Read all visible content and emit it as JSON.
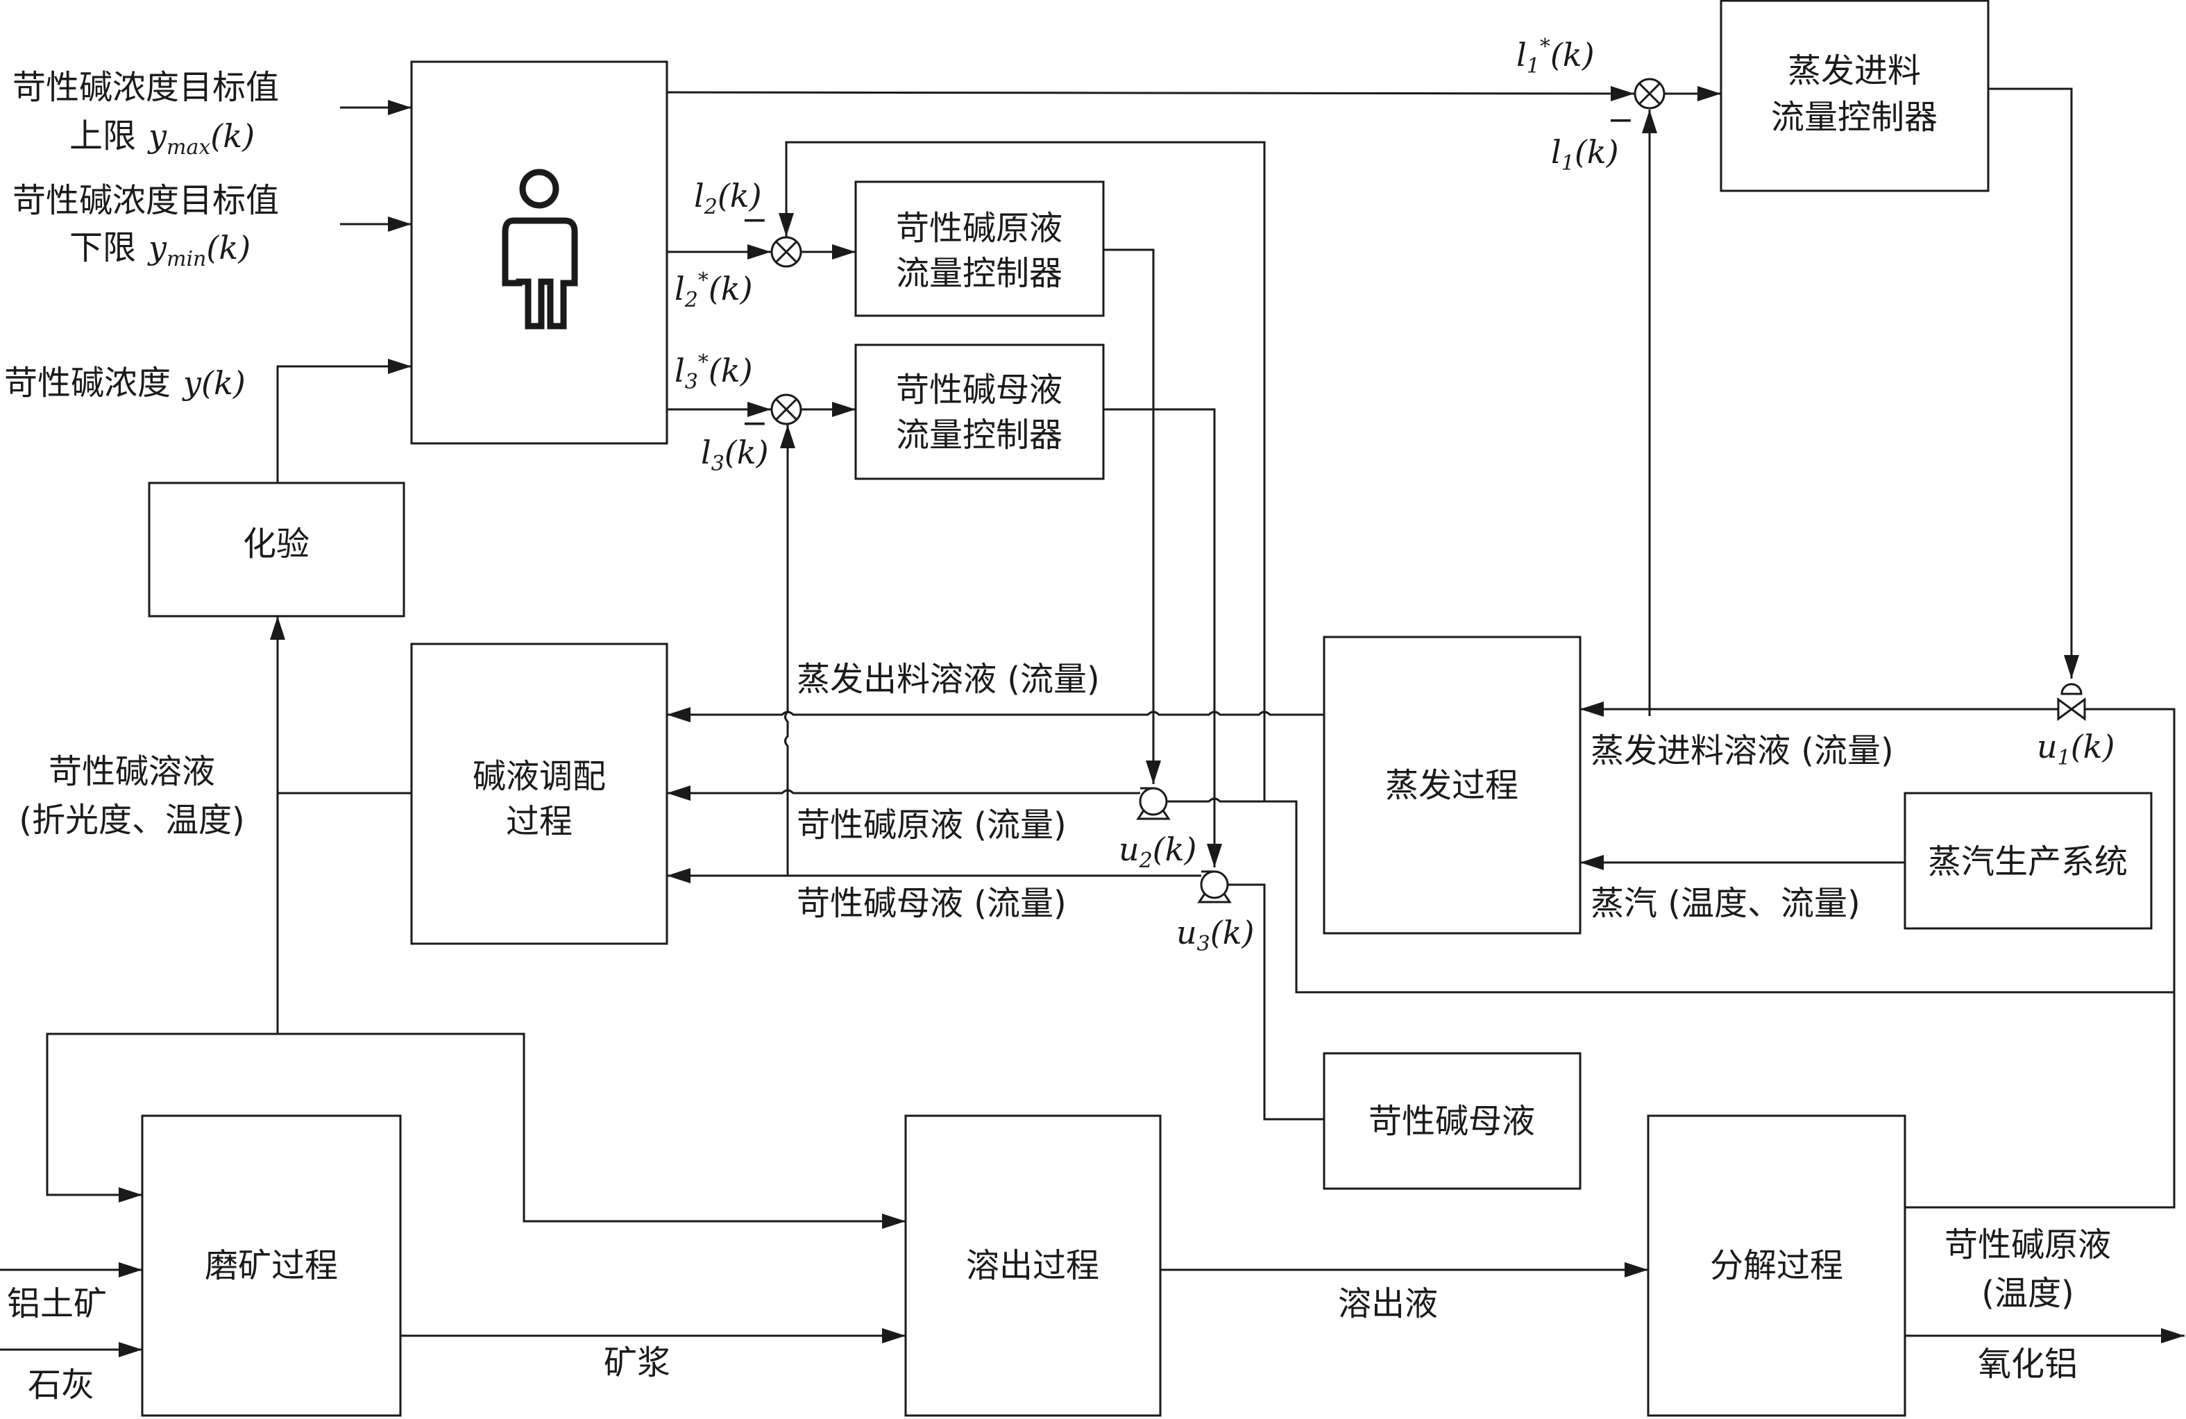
{
  "inputs": {
    "upper_line1": "苛性碱浓度目标值",
    "upper_line2": "上限",
    "upper_symbol": "y",
    "upper_sub": "max",
    "upper_arg": "(k)",
    "lower_line1": "苛性碱浓度目标值",
    "lower_line2": "下限",
    "lower_symbol": "y",
    "lower_sub": "min",
    "lower_arg": "(k)",
    "conc_label": "苛性碱浓度",
    "conc_symbol": "y(k)"
  },
  "blocks": {
    "lab": "化验",
    "evap_ctrl_1": "蒸发进料",
    "evap_ctrl_2": "流量控制器",
    "raw_ctrl_1": "苛性碱原液",
    "raw_ctrl_2": "流量控制器",
    "mother_ctrl_1": "苛性碱母液",
    "mother_ctrl_2": "流量控制器",
    "mix_1": "碱液调配",
    "mix_2": "过程",
    "evap_process": "蒸发过程",
    "steam_system": "蒸汽生产系统",
    "mother_liquor": "苛性碱母液",
    "grinding": "磨矿过程",
    "digestion": "溶出过程",
    "decomposition": "分解过程"
  },
  "signals": {
    "l1_star": "l",
    "l1_star_sub": "1",
    "l1": "l",
    "l1_sub": "1",
    "l2": "l",
    "l2_sub": "2",
    "l2_star": "l",
    "l2_star_sub": "2",
    "l3_star": "l",
    "l3_star_sub": "3",
    "l3": "l",
    "l3_sub": "3",
    "arg": "(k)",
    "star": "*",
    "minus": "−",
    "u1": "u",
    "u1_sub": "1",
    "u2": "u",
    "u2_sub": "2",
    "u3": "u",
    "u3_sub": "3"
  },
  "flows": {
    "evap_out": "蒸发出料溶液 (流量)",
    "raw_liquor": "苛性碱原液 (流量)",
    "mother_liquor": "苛性碱母液 (流量)",
    "evap_feed": "蒸发进料溶液 (流量)",
    "steam": "蒸汽 (温度、流量)",
    "caustic_1": "苛性碱溶液",
    "caustic_2": "(折光度、温度)",
    "bauxite": "铝土矿",
    "lime": "石灰",
    "slurry": "矿浆",
    "leach_liquor": "溶出液",
    "raw_temp_1": "苛性碱原液",
    "raw_temp_2": "(温度)",
    "alumina": "氧化铝"
  }
}
